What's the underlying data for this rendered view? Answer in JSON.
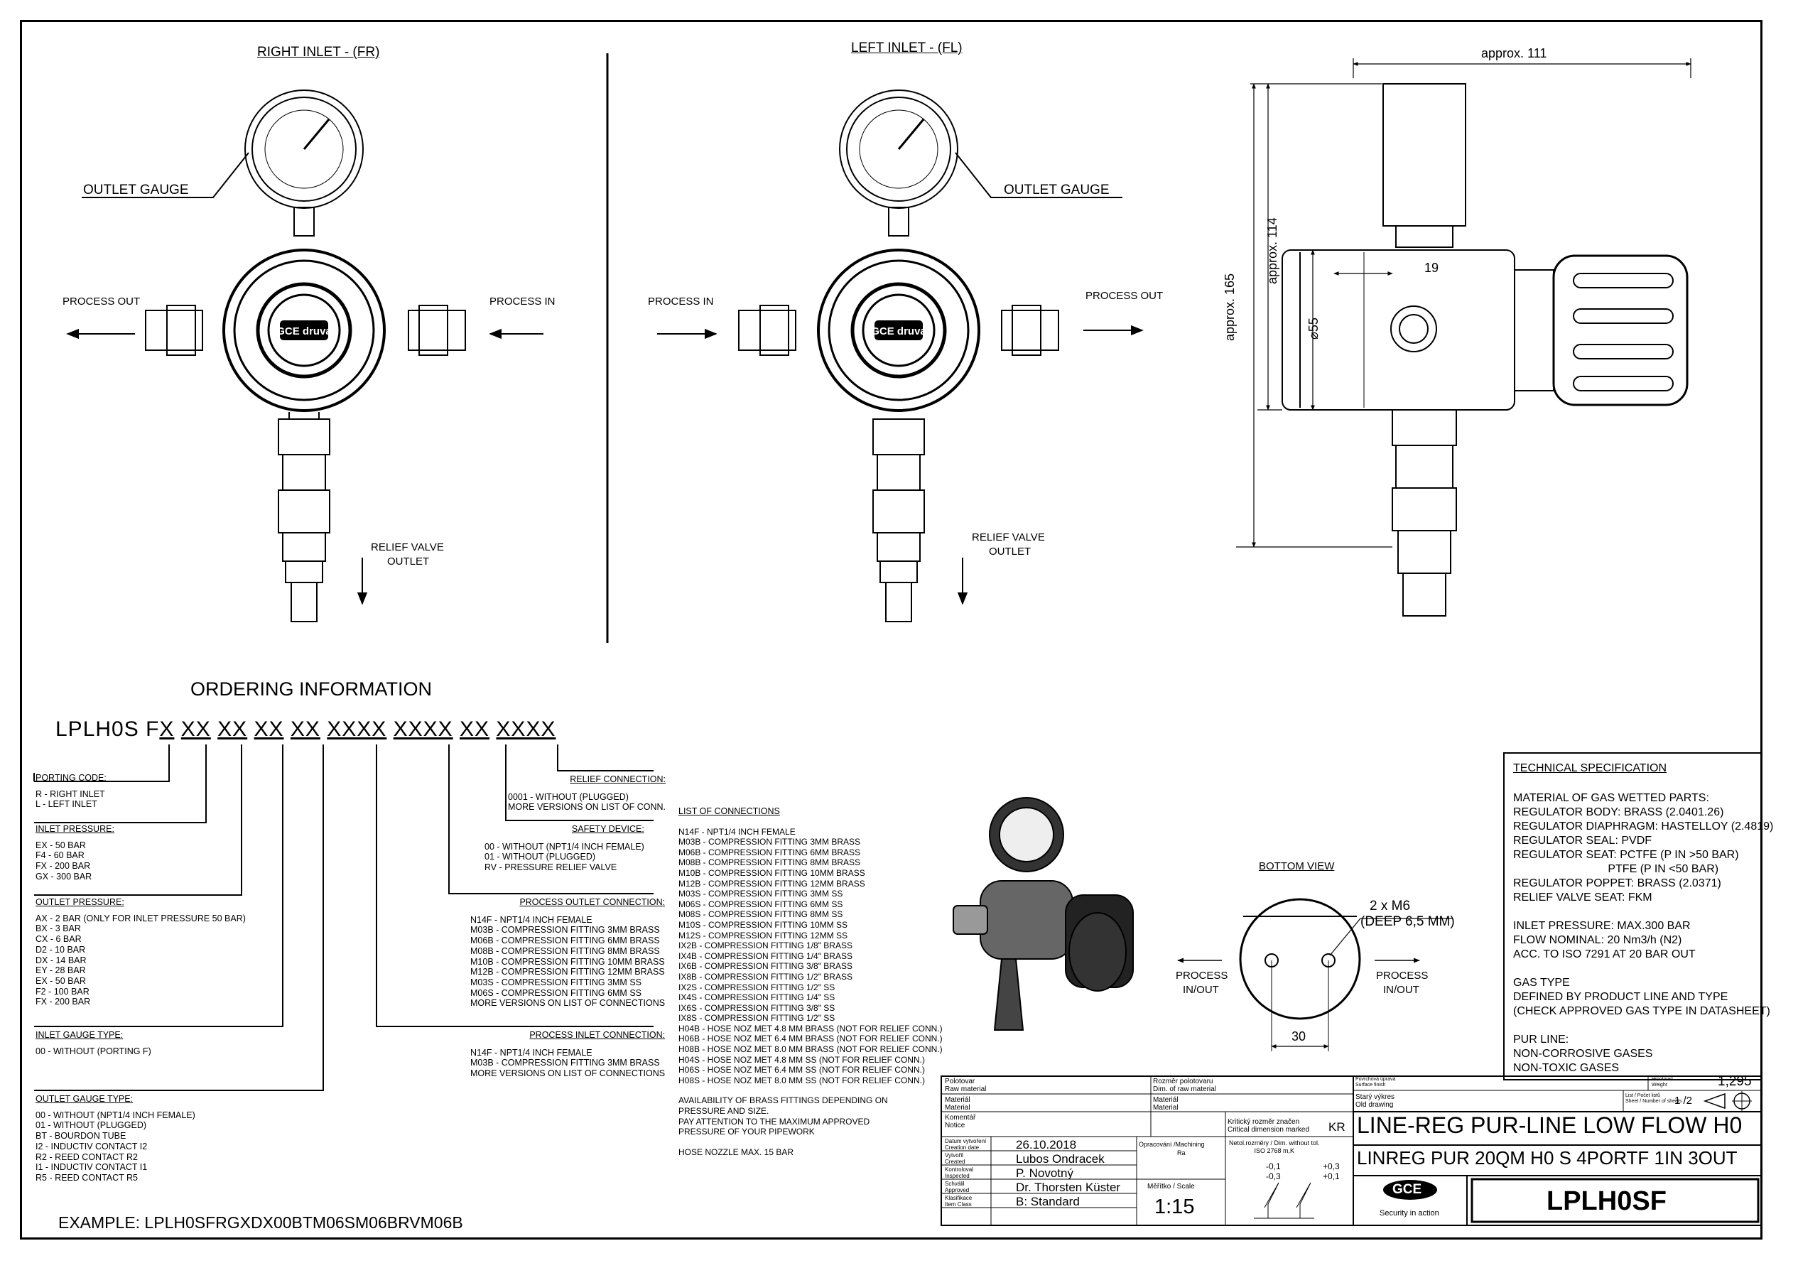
{
  "views": {
    "right_inlet": "RIGHT INLET - (FR)",
    "left_inlet": "LEFT INLET - (FL)",
    "outlet_gauge": "OUTLET GAUGE",
    "process_out": "PROCESS OUT",
    "process_in": "PROCESS IN",
    "relief_valve_1": "RELIEF VALVE",
    "relief_valve_2": "OUTLET",
    "bottom_view": "BOTTOM VIEW",
    "process_inout_1": "PROCESS",
    "process_inout_2": "IN/OUT",
    "brand": "GCE druva"
  },
  "dimensions": {
    "approx_111": "approx. 111",
    "approx_114": "approx. 114",
    "approx_165": "approx. 165",
    "d19": "19",
    "d55": "⌀55",
    "m6": "2 x M6",
    "m6_deep": "(DEEP 6,5 MM)",
    "d30": "30"
  },
  "ordering": {
    "title": "ORDERING INFORMATION",
    "prefix": "LPLH0S F",
    "segments": [
      "X",
      "XX",
      "XX",
      "XX",
      "XX",
      "XXXX",
      "XXXX",
      "XX",
      "XXXX"
    ],
    "example": "EXAMPLE: LPLH0SFRGXDX00BTM06SM06BRVM06B"
  },
  "porting": {
    "title": "PORTING CODE:",
    "items": [
      "R - RIGHT INLET",
      "L - LEFT INLET"
    ]
  },
  "inlet_pressure": {
    "title": "INLET PRESSURE:",
    "items": [
      "EX - 50 BAR",
      "F4 - 60 BAR",
      "FX - 200 BAR",
      "GX - 300 BAR"
    ]
  },
  "outlet_pressure": {
    "title": "OUTLET PRESSURE:",
    "items": [
      "AX - 2 BAR (ONLY FOR INLET PRESSURE 50 BAR)",
      "BX - 3 BAR",
      "CX - 6 BAR",
      "D2 - 10 BAR",
      "DX - 14 BAR",
      "EY - 28 BAR",
      "EX - 50 BAR",
      "F2 - 100 BAR",
      "FX - 200 BAR"
    ]
  },
  "inlet_gauge": {
    "title": "INLET GAUGE TYPE:",
    "items": [
      "00 - WITHOUT (PORTING F)"
    ]
  },
  "outlet_gauge_type": {
    "title": "OUTLET GAUGE TYPE:",
    "items": [
      "00 - WITHOUT (NPT1/4 INCH FEMALE)",
      "01 - WITHOUT (PLUGGED)",
      "BT - BOURDON TUBE",
      "I2 - INDUCTIV CONTACT I2",
      "R2 - REED CONTACT R2",
      "I1 - INDUCTIV CONTACT I1",
      "R5 - REED CONTACT R5"
    ]
  },
  "relief_connection": {
    "title": "RELIEF CONNECTION:",
    "items": [
      "0001 - WITHOUT (PLUGGED)",
      "MORE VERSIONS ON LIST OF CONN."
    ]
  },
  "safety_device": {
    "title": "SAFETY DEVICE:",
    "items": [
      "00 - WITHOUT (NPT1/4 INCH FEMALE)",
      "01 - WITHOUT (PLUGGED)",
      "RV - PRESSURE RELIEF VALVE"
    ]
  },
  "process_outlet": {
    "title": "PROCESS OUTLET CONNECTION:",
    "items": [
      "N14F - NPT1/4 INCH FEMALE",
      "M03B - COMPRESSION FITTING 3MM BRASS",
      "M06B - COMPRESSION FITTING 6MM BRASS",
      "M08B - COMPRESSION FITTING 8MM BRASS",
      "M10B - COMPRESSION FITTING 10MM BRASS",
      "M12B - COMPRESSION FITTING 12MM BRASS",
      "M03S - COMPRESSION FITTING 3MM SS",
      "M06S - COMPRESSION FITTING 6MM SS",
      "MORE VERSIONS ON LIST OF CONNECTIONS"
    ]
  },
  "process_inlet": {
    "title": "PROCESS INLET CONNECTION:",
    "items": [
      "N14F - NPT1/4 INCH FEMALE",
      "M03B - COMPRESSION FITTING 3MM BRASS",
      "MORE VERSIONS ON LIST OF CONNECTIONS"
    ]
  },
  "connections": {
    "title": "LIST OF CONNECTIONS",
    "items": [
      "N14F - NPT1/4 INCH FEMALE",
      "M03B - COMPRESSION FITTING 3MM BRASS",
      "M06B - COMPRESSION FITTING 6MM BRASS",
      "M08B - COMPRESSION FITTING 8MM BRASS",
      "M10B - COMPRESSION FITTING 10MM BRASS",
      "M12B - COMPRESSION FITTING 12MM BRASS",
      "M03S - COMPRESSION FITTING 3MM SS",
      "M06S - COMPRESSION FITTING 6MM SS",
      "M08S - COMPRESSION FITTING 8MM SS",
      "M10S - COMPRESSION FITTING 10MM SS",
      "M12S - COMPRESSION FITTING 12MM SS",
      "IX2B - COMPRESSION FITTING 1/8\" BRASS",
      "IX4B - COMPRESSION FITTING 1/4\" BRASS",
      "IX6B - COMPRESSION FITTING 3/8\" BRASS",
      "IX8B - COMPRESSION FITTING 1/2\" BRASS",
      "IX2S - COMPRESSION FITTING 1/2\" SS",
      "IX4S - COMPRESSION FITTING 1/4\" SS",
      "IX6S - COMPRESSION FITTING 3/8\" SS",
      "IX8S - COMPRESSION FITTING 1/2\" SS",
      "H04B - HOSE NOZ MET 4.8 MM BRASS (NOT FOR RELIEF CONN.)",
      "H06B - HOSE NOZ MET 6.4 MM BRASS (NOT FOR RELIEF CONN.)",
      "H08B - HOSE NOZ MET 8.0 MM BRASS (NOT FOR RELIEF CONN.)",
      "H04S - HOSE NOZ MET 4.8 MM SS (NOT FOR RELIEF CONN.)",
      "H06S - HOSE NOZ MET 6.4 MM SS (NOT FOR RELIEF CONN.)",
      "H08S - HOSE NOZ MET 8.0 MM SS (NOT FOR RELIEF CONN.)"
    ],
    "notes": [
      "AVAILABILITY OF BRASS FITTINGS DEPENDING ON",
      "PRESSURE AND SIZE.",
      "PAY ATTENTION TO THE MAXIMUM APPROVED",
      "PRESSURE OF YOUR PIPEWORK",
      "",
      "HOSE NOZZLE MAX. 15 BAR"
    ]
  },
  "tech_spec": {
    "title": "TECHNICAL SPECIFICATION",
    "lines": [
      "MATERIAL OF GAS WETTED PARTS:",
      "REGULATOR BODY: BRASS (2.0401.26)",
      "REGULATOR DIAPHRAGM: HASTELLOY (2.4819)",
      "REGULATOR SEAL: PVDF",
      "REGULATOR SEAT: PCTFE (P IN >50 BAR)",
      "                              PTFE (P IN <50 BAR)",
      "REGULATOR POPPET: BRASS (2.0371)",
      "RELIEF VALVE SEAT: FKM",
      "",
      "INLET PRESSURE: MAX.300 BAR",
      "FLOW NOMINAL: 20 Nm3/h (N2)",
      "ACC. TO ISO 7291 AT 20 BAR OUT",
      "",
      "GAS TYPE",
      "DEFINED BY PRODUCT LINE AND TYPE",
      "(CHECK APPROVED GAS TYPE IN DATASHEET)",
      "",
      "PUR LINE:",
      "NON-CORROSIVE GASES",
      "NON-TOXIC GASES"
    ]
  },
  "title_block": {
    "raw_material": "Polotovar\nRaw material",
    "material": "Materiál\nMaterial",
    "notice": "Komentář\nNotice",
    "dim_raw": "Rozměr polotovaru\nDim. of raw material",
    "material2": "Materiál\nMaterial",
    "critical": "Kritický rozměr značen\nCritical dimension marked",
    "critical_val": "KR",
    "surface": "Povrchová úprava\nSurface finish",
    "weight_label": "Hmotnost\nWeight",
    "weight": "1,295",
    "old_drawing": "Starý výkres\nOld drawing",
    "sheet_label": "List / Počet listů\nSheet / Number of sheets",
    "sheet": "1 /2",
    "created_label": "Datum vytvoření\nCreation date",
    "created": "26.10.2018",
    "author_label": "Vytvořil\nCreated",
    "author": "Lubos Ondracek",
    "checked_label": "Kontroloval\nInspected",
    "checked": "P. Novotný",
    "approved_label": "Schválil\nApproved",
    "approved": "Dr. Thorsten Küster",
    "item_label": "Klasifikace\nItem Class",
    "item": "B: Standard",
    "machining_label": "Opracování /Machining",
    "machining": "Ra",
    "tolerance": "Netol.rozměry / Dim. without tol.\nISO 2768 m,K",
    "scale_label": "Měřítko / Scale",
    "scale": "1:15",
    "tol_neg": "-0,1",
    "tol_neg2": "-0,3",
    "tol_pos": "+0,3",
    "tol_pos2": "+0,1",
    "name1": "LINE-REG PUR-LINE LOW FLOW H0",
    "name2": "LINREG PUR 20QM H0 S 4PORTF 1IN 3OUT",
    "logo": "GCE",
    "logo_tag": "Security in action",
    "drawing_no": "LPLH0SF"
  }
}
